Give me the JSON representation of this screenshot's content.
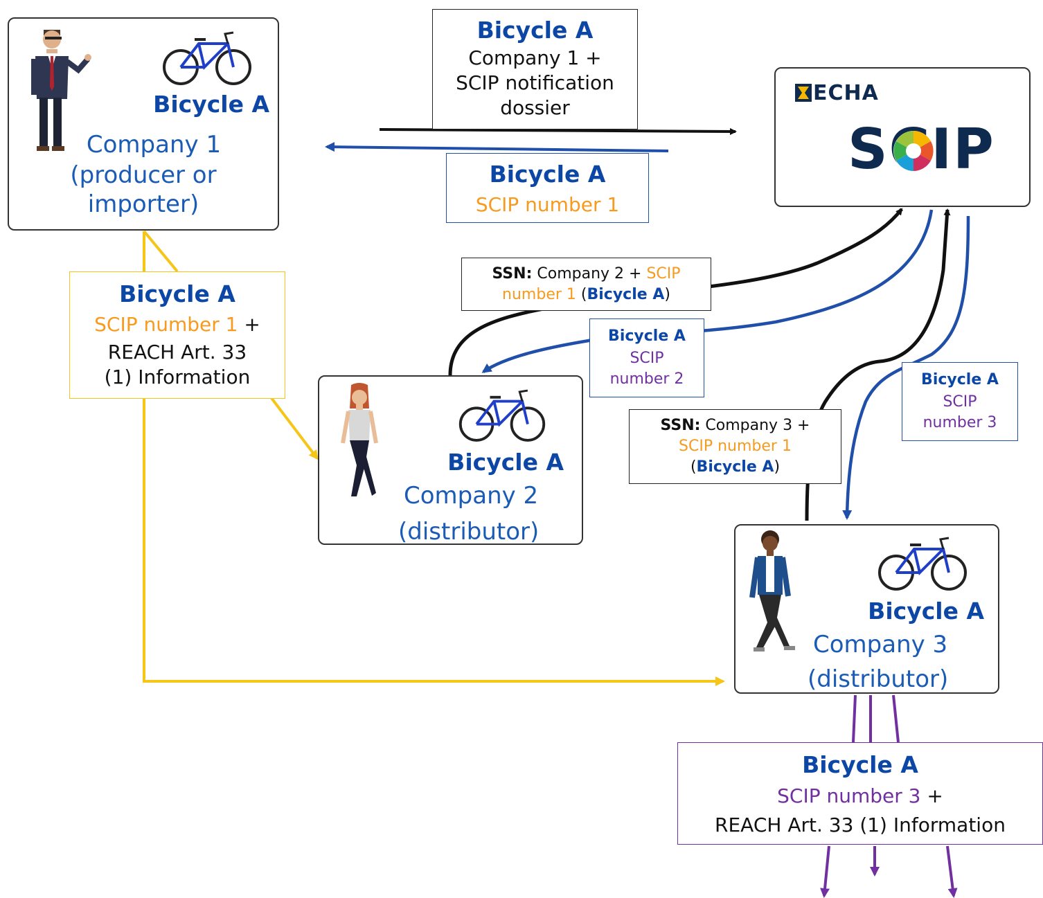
{
  "common": {
    "product": "Bicycle A"
  },
  "company1": {
    "name": "Company 1",
    "role_line1": "(producer or",
    "role_line2": "importer)"
  },
  "company2": {
    "name": "Company 2",
    "role": "(distributor)"
  },
  "company3": {
    "name": "Company 3",
    "role": "(distributor)"
  },
  "notification": {
    "line1": "Company 1 +",
    "line2": "SCIP notification",
    "line3": "dossier"
  },
  "scip_reply": {
    "number": "SCIP number 1"
  },
  "yellow_info": {
    "number": "SCIP number 1",
    "plus": " +",
    "line2": "REACH Art. 33",
    "line3": "(1) Information"
  },
  "ssn2": {
    "ssn": "SSN:",
    "company": " Company 2 + ",
    "scip_a": "SCIP",
    "scip_b": "number 1",
    "product": "Bicycle A"
  },
  "scip2": {
    "line1": "SCIP",
    "line2": "number 2"
  },
  "ssn3": {
    "ssn": "SSN:",
    "company": " Company 3 +",
    "scip": "SCIP number 1",
    "product": "Bicycle A"
  },
  "scip3": {
    "line1": "SCIP",
    "line2": "number 3"
  },
  "bottom": {
    "number": "SCIP number 3",
    "plus": " +",
    "line2": "REACH Art. 33 (1) Information"
  },
  "echa": {
    "logo_text": "ECHA",
    "product_text": "SCIP"
  },
  "colors": {
    "blue": "#0c47a6",
    "orange": "#f79a1e",
    "yellow": "#f5c518",
    "purple": "#7030a0",
    "black": "#111111"
  },
  "icons": [
    "businessman-icon",
    "bicycle-icon",
    "woman-walking-icon",
    "man-walking-icon",
    "echa-logo-icon",
    "scip-logo-icon"
  ]
}
